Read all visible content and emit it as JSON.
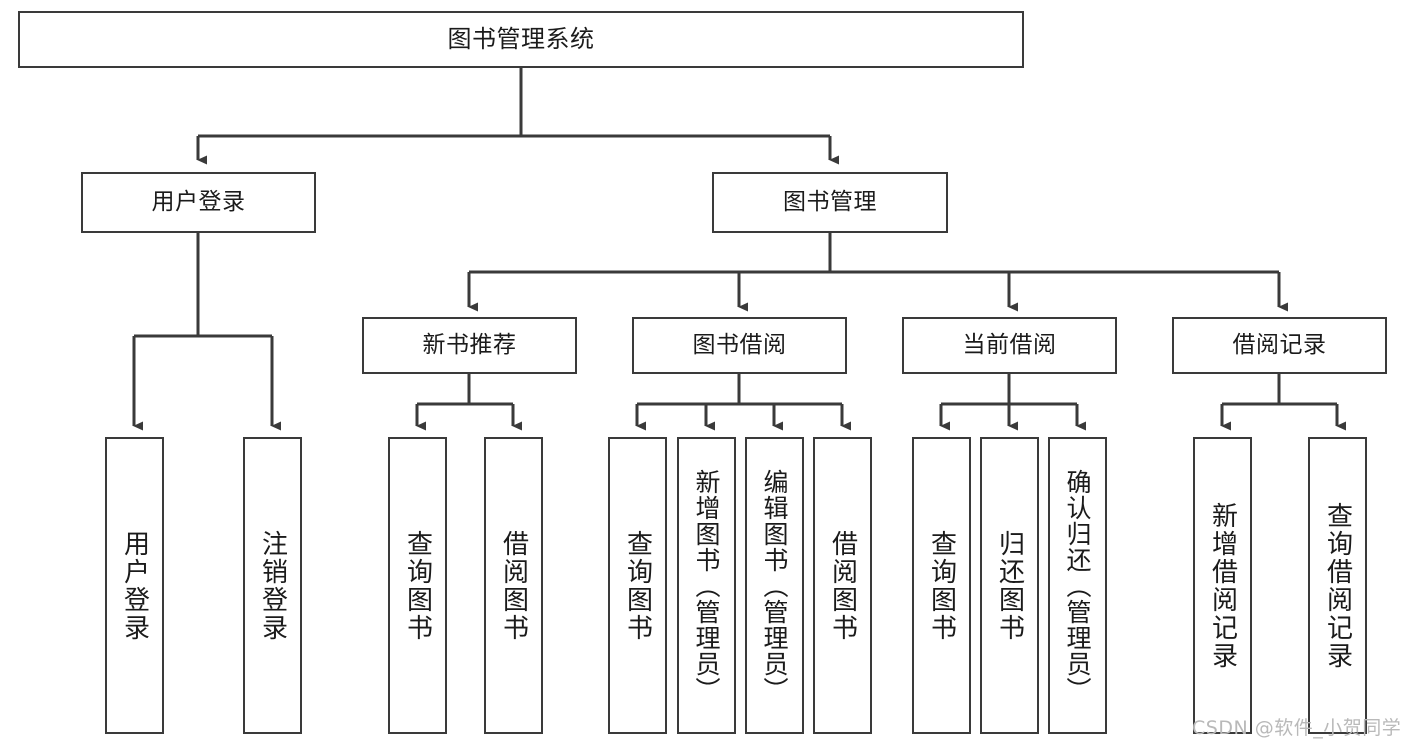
{
  "diagram": {
    "title": "图书管理系统",
    "type": "tree-hierarchy-chart",
    "stroke_color": "#3a3a3a",
    "background_color": "#ffffff",
    "text_color": "#1b1b1b"
  },
  "nodes": {
    "root": {
      "label": "图书管理系统"
    },
    "level2": [
      {
        "id": "user-login",
        "label": "用户登录"
      },
      {
        "id": "book-manage",
        "label": "图书管理"
      }
    ],
    "level3": [
      {
        "id": "new-book-recommend",
        "label": "新书推荐"
      },
      {
        "id": "book-borrow",
        "label": "图书借阅"
      },
      {
        "id": "current-borrow",
        "label": "当前借阅"
      },
      {
        "id": "borrow-record",
        "label": "借阅记录"
      }
    ],
    "leaves": {
      "user_login": [
        {
          "id": "leaf-user-login",
          "label": "用户登录"
        },
        {
          "id": "leaf-user-logout",
          "label": "注销登录"
        }
      ],
      "new_book_recommend": [
        {
          "id": "leaf-query-book-1",
          "label": "查询图书"
        },
        {
          "id": "leaf-borrow-book-1",
          "label": "借阅图书"
        }
      ],
      "book_borrow": [
        {
          "id": "leaf-query-book-2",
          "label": "查询图书"
        },
        {
          "id": "leaf-add-book",
          "label": "新增图书（管理员）"
        },
        {
          "id": "leaf-edit-book",
          "label": "编辑图书（管理员）"
        },
        {
          "id": "leaf-borrow-book-2",
          "label": "借阅图书"
        }
      ],
      "current_borrow": [
        {
          "id": "leaf-query-book-3",
          "label": "查询图书"
        },
        {
          "id": "leaf-return-book",
          "label": "归还图书"
        },
        {
          "id": "leaf-confirm-return",
          "label": "确认归还（管理员）"
        }
      ],
      "borrow_record": [
        {
          "id": "leaf-add-record",
          "label": "新增借阅记录"
        },
        {
          "id": "leaf-query-record",
          "label": "查询借阅记录"
        }
      ]
    }
  },
  "watermark": {
    "text": "CSDN @软件_小贺同学"
  }
}
